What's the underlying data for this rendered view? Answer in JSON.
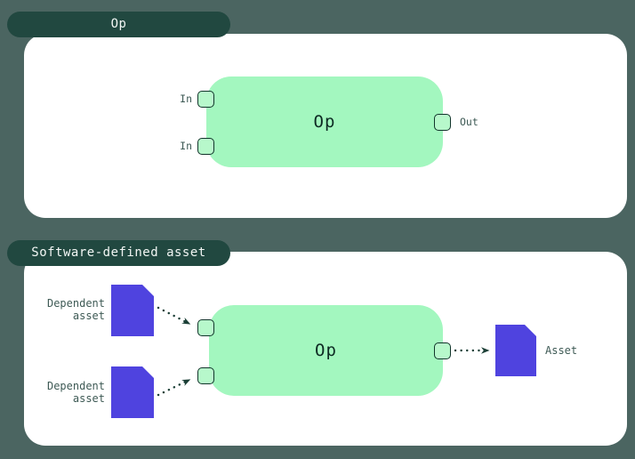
{
  "op_section": {
    "tab_label": "Op",
    "node_label": "Op",
    "inputs": [
      "In",
      "In"
    ],
    "output_label": "Out"
  },
  "asset_section": {
    "tab_label": "Software-defined asset",
    "node_label": "Op",
    "dependent_assets": [
      "Dependent\nasset",
      "Dependent\nasset"
    ],
    "asset_label": "Asset"
  },
  "colors": {
    "background": "#4B6561",
    "tab_background": "#214840",
    "tab_text": "#F2F6F4",
    "panel_background": "#FFFFFF",
    "node_green": "#A3F7BF",
    "node_text": "#0D2A23",
    "port_fill": "#B7F8CB",
    "port_border": "#12342B",
    "asset_purple": "#4F43DF",
    "label_text": "#3E5A55",
    "arrow": "#1B3F36"
  }
}
